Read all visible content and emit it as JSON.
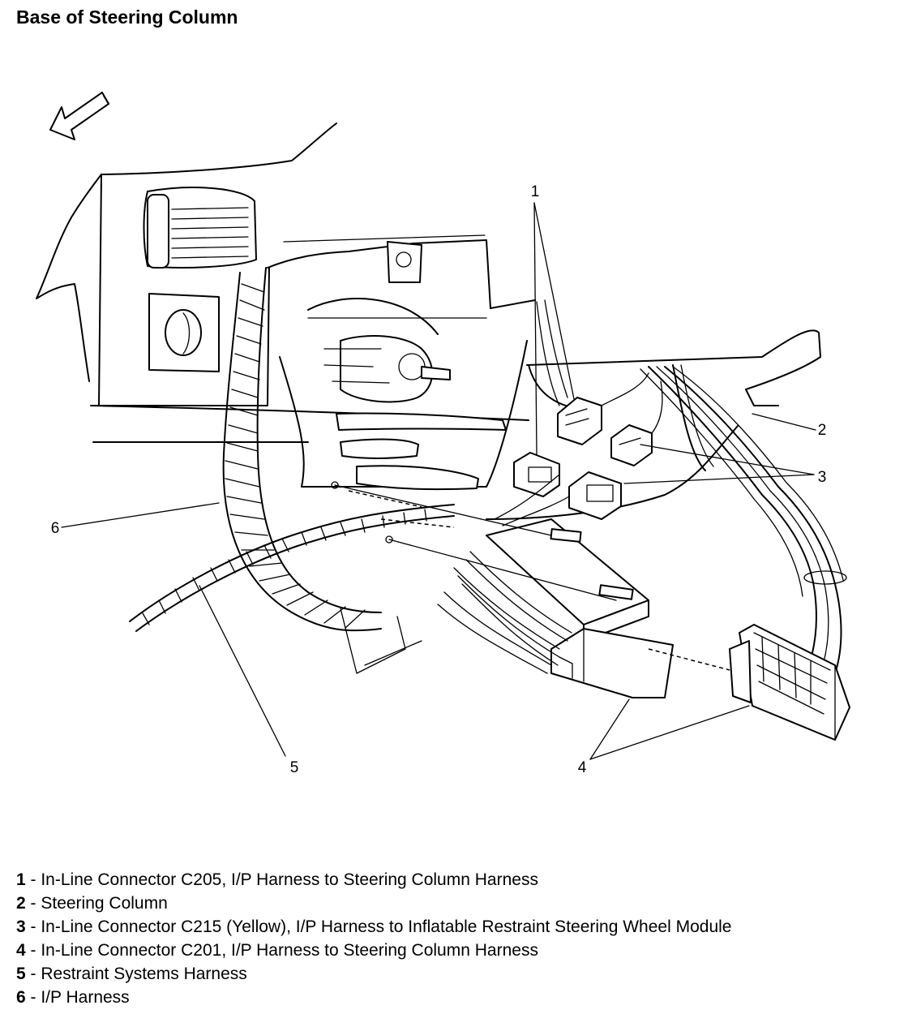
{
  "title": "Base of Steering Column",
  "callouts": [
    "1",
    "2",
    "3",
    "4",
    "5",
    "6"
  ],
  "legend": [
    {
      "num": "1",
      "text": " - In-Line Connector C205, I/P Harness to Steering Column Harness"
    },
    {
      "num": "2",
      "text": " - Steering Column"
    },
    {
      "num": "3",
      "text": " - In-Line Connector C215 (Yellow), I/P Harness to Inflatable Restraint Steering Wheel Module"
    },
    {
      "num": "4",
      "text": " - In-Line Connector C201, I/P Harness to Steering Column Harness"
    },
    {
      "num": "5",
      "text": " - Restraint Systems Harness"
    },
    {
      "num": "6",
      "text": " - I/P Harness"
    }
  ]
}
